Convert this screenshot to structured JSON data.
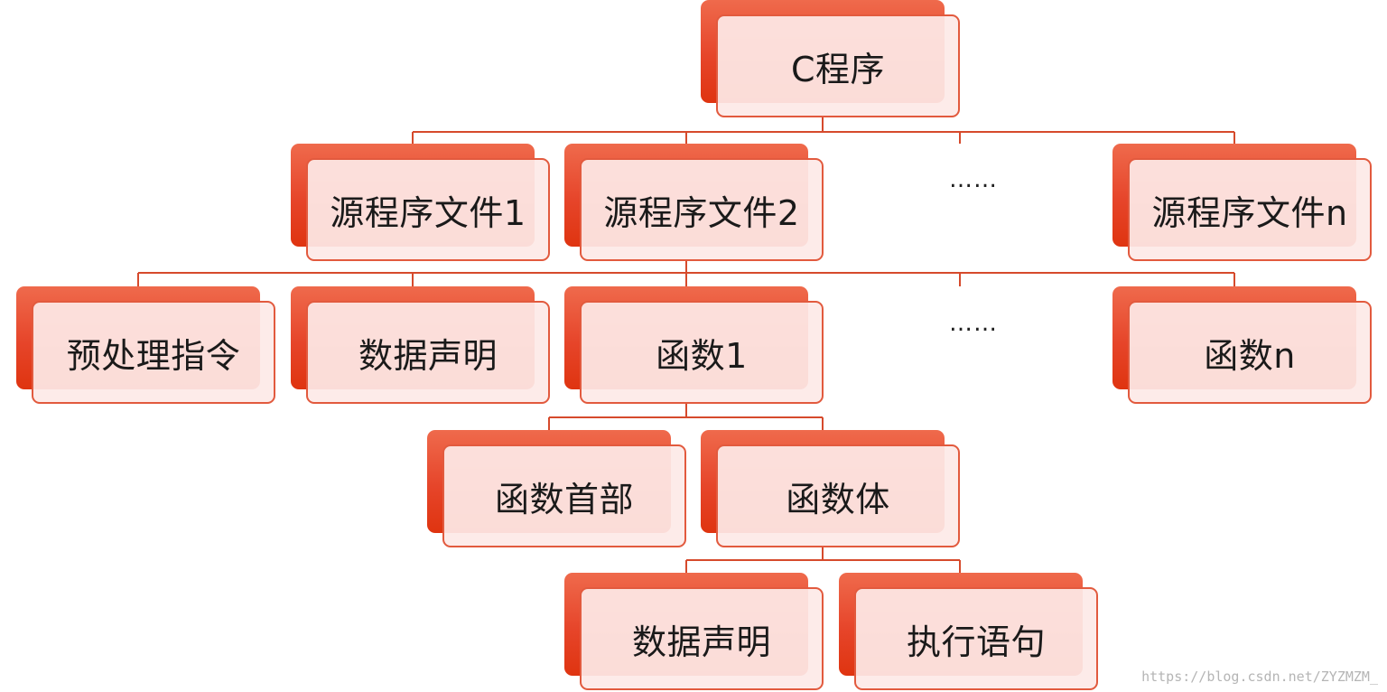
{
  "nodes": {
    "c_program": "C程序",
    "source_file_1": "源程序文件1",
    "source_file_2": "源程序文件2",
    "source_file_n": "源程序文件n",
    "preprocessor_directives": "预处理指令",
    "data_declaration": "数据声明",
    "function_1": "函数1",
    "function_n": "函数n",
    "function_header": "函数首部",
    "function_body": "函数体",
    "body_data_declaration": "数据声明",
    "executable_statements": "执行语句"
  },
  "ellipsis": {
    "level_2": "……",
    "level_3": "……"
  },
  "watermark": "https://blog.csdn.net/ZYZMZM_",
  "colors": {
    "box_back": "#e6452a",
    "box_front": "#fdeae7",
    "box_border": "#e25a3e",
    "connector": "#d64a2c"
  }
}
